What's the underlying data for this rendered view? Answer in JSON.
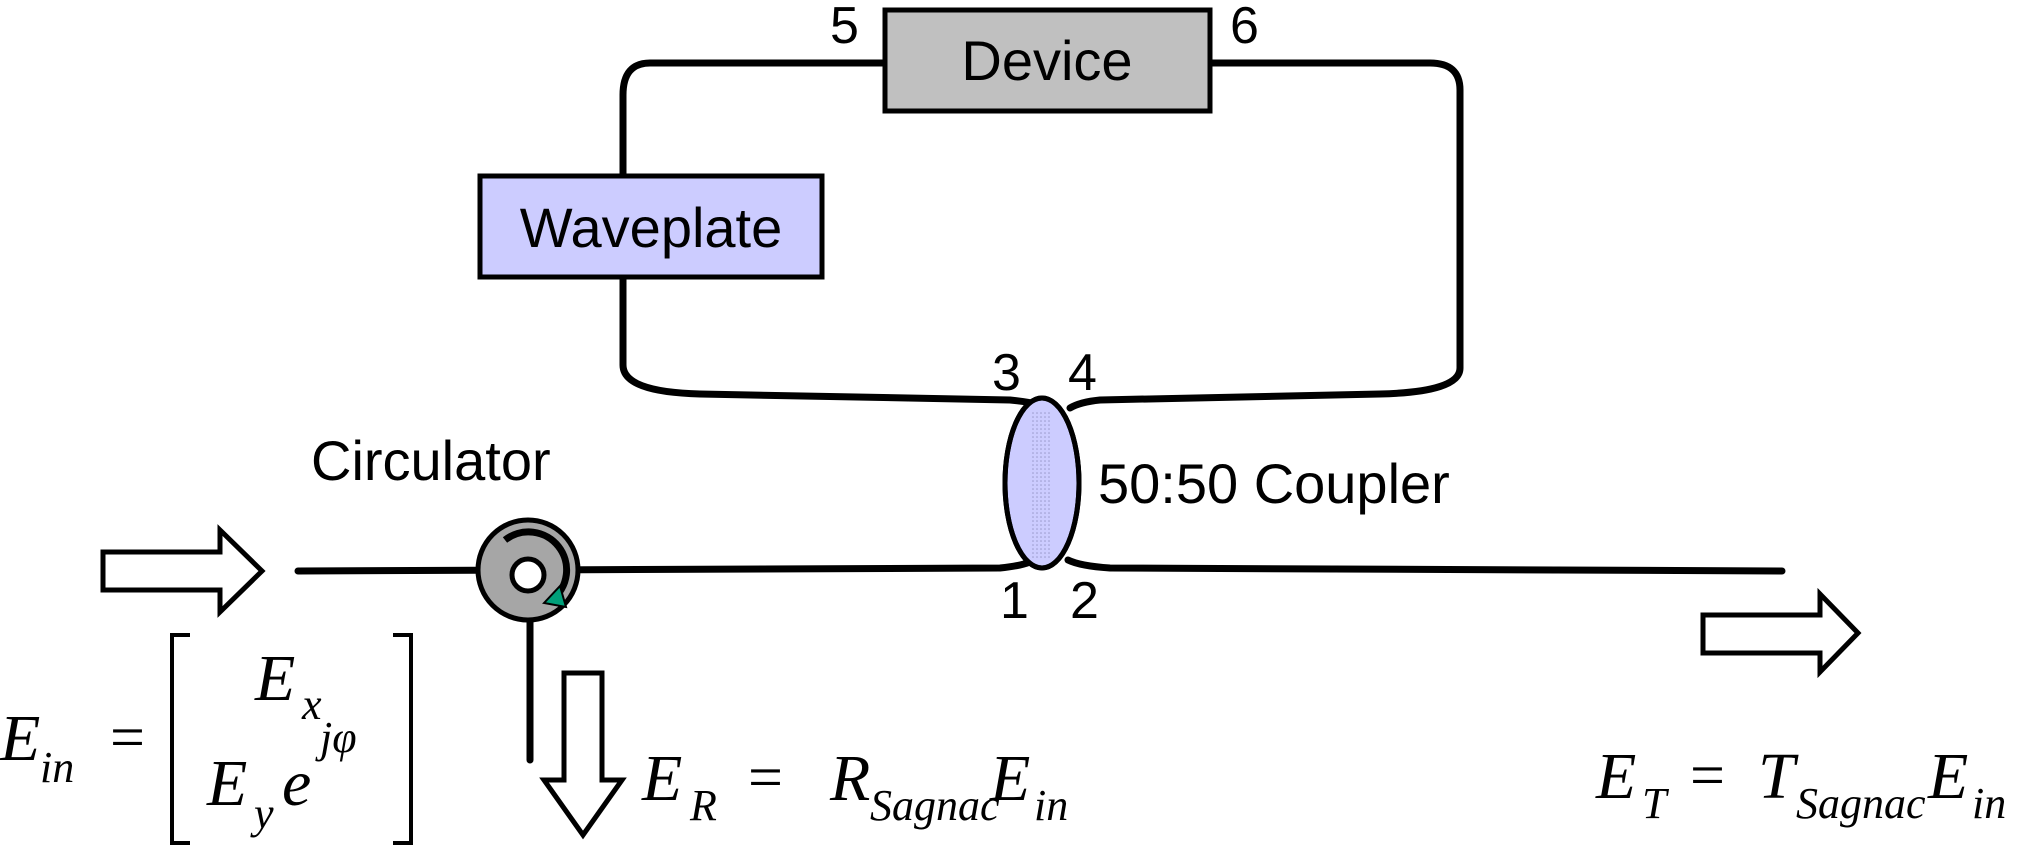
{
  "labels": {
    "device": "Device",
    "waveplate": "Waveplate",
    "circulator": "Circulator",
    "coupler": "50:50 Coupler",
    "port1": "1",
    "port2": "2",
    "port3": "3",
    "port4": "4",
    "port5": "5",
    "port6": "6"
  },
  "equations": {
    "ein": {
      "E": "E",
      "in": "in",
      "eq": "=",
      "Ex_E": "E",
      "Ex_sub": "x",
      "Ey_E": "E",
      "Ey_sub": "y",
      "exp_e": "e",
      "exp_sup": "jφ"
    },
    "er": {
      "E": "E",
      "sub": "R",
      "eq": "=",
      "R": "R",
      "Rsub": "Sagnac",
      "E2": "E",
      "in": "in"
    },
    "et": {
      "E": "E",
      "sub": "T",
      "eq": "=",
      "T": "T",
      "Tsub": "Sagnac",
      "E2": "E",
      "in": "in"
    }
  },
  "colors": {
    "box_device": "#c0c0c0",
    "box_waveplate": "#ccccff",
    "coupler_fill": "#ccccff",
    "circulator_fill": "#a6a6a6",
    "circulator_arrow": "#00a07a"
  }
}
